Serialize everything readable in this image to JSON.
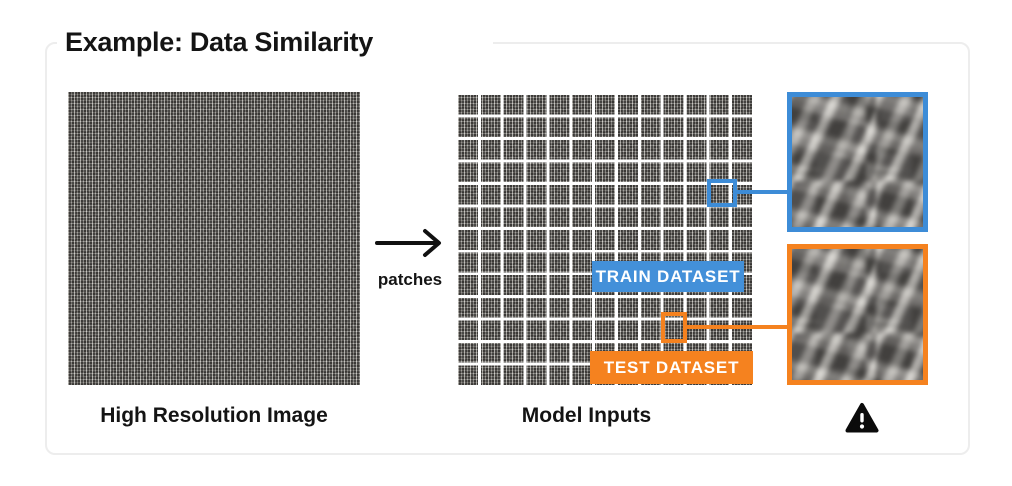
{
  "page": {
    "title": "Example: Data Similarity"
  },
  "left_panel": {
    "caption": "High Resolution Image",
    "image_description": "gray burlap fabric weave texture"
  },
  "arrow": {
    "label": "patches"
  },
  "grid_panel": {
    "caption": "Model Inputs",
    "rows": 13,
    "cols": 13
  },
  "badges": {
    "train": "TRAIN DATASET",
    "test": "TEST DATASET"
  },
  "zoom_panels": {
    "train_description": "magnified train patch of weave",
    "test_description": "magnified test patch of weave"
  },
  "colors": {
    "train_blue": "#3D8CD7",
    "train_badge_blue": "#4390D9",
    "test_orange": "#F5821F",
    "card_border": "#EDEDED",
    "text": "#141414"
  },
  "icons": {
    "warning": "warning-triangle"
  }
}
